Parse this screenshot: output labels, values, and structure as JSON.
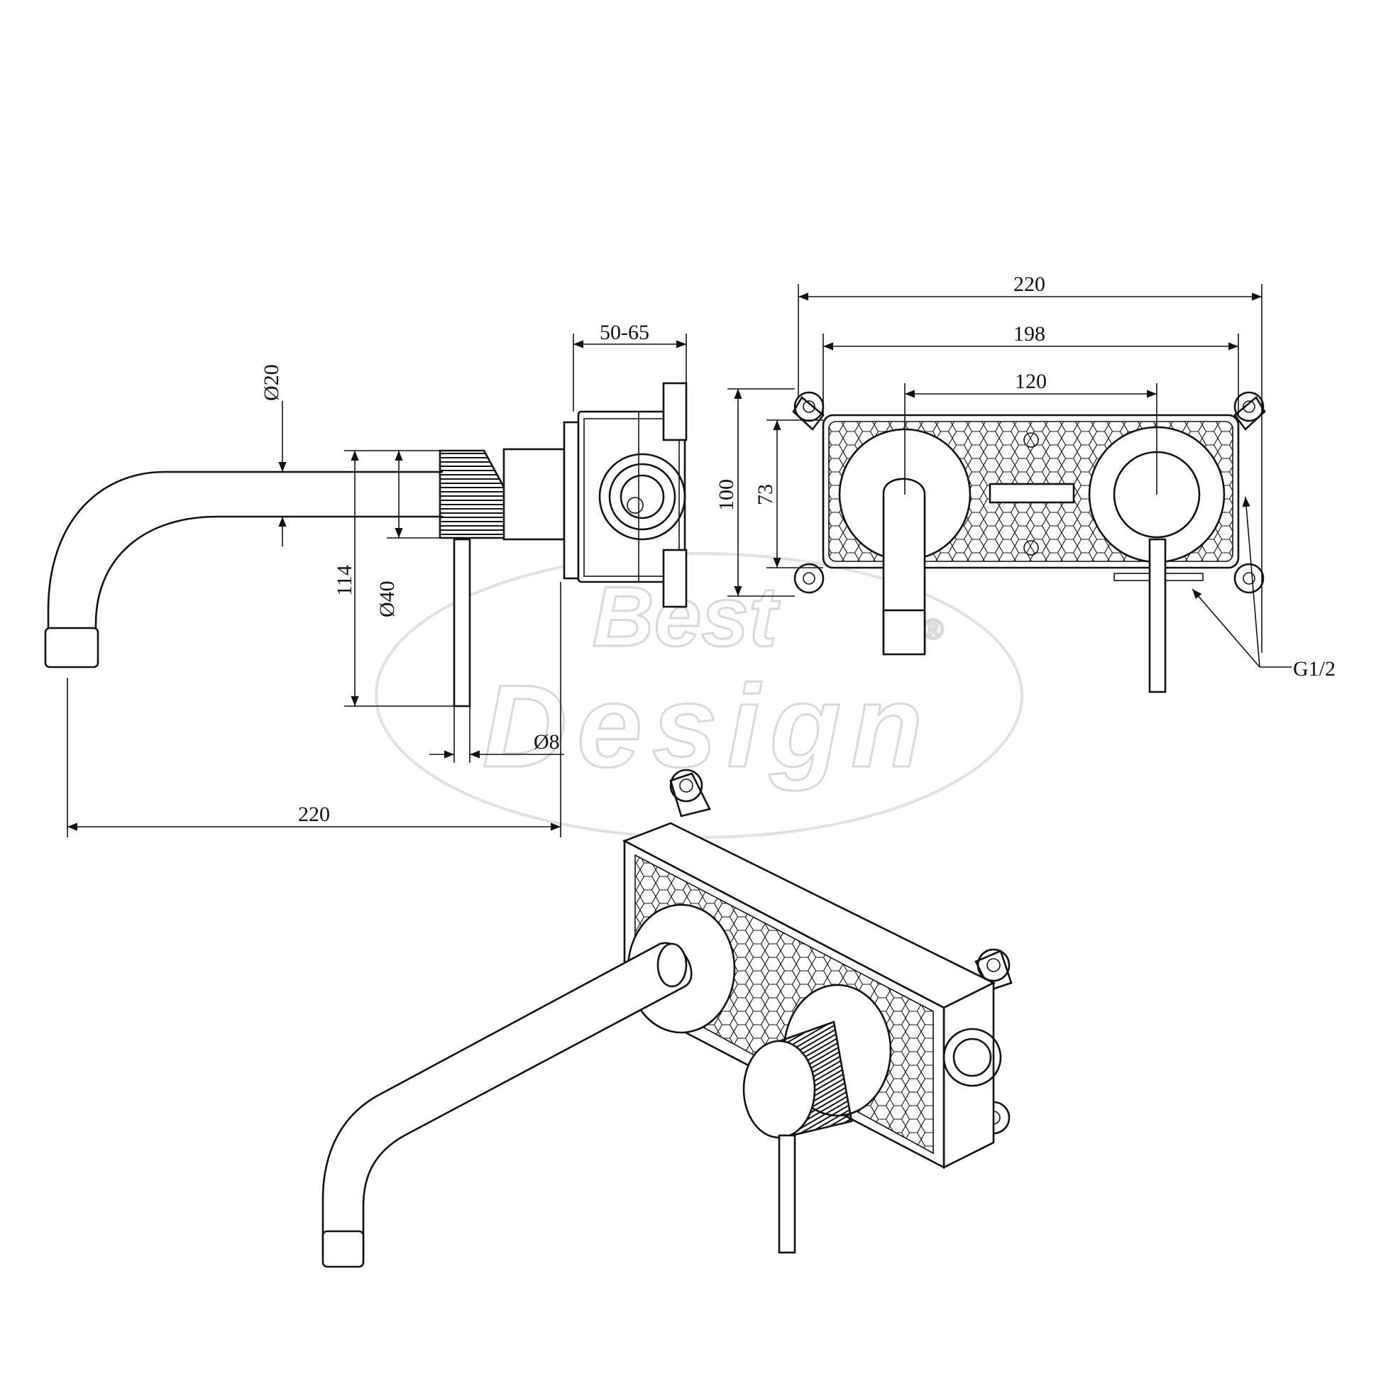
{
  "watermark": {
    "line1": "Best",
    "line2": "Design",
    "mark": "®"
  },
  "dimensions": {
    "wall_depth": "50-65",
    "spout_diameter": "Ø20",
    "handle_diameter": "Ø40",
    "handle_height": "114",
    "lever_diameter": "Ø8",
    "spout_projection": "220",
    "plate_width": "220",
    "inner_width": "198",
    "center_distance": "120",
    "plate_height": "100",
    "inner_height": "73",
    "connection": "G1/2"
  }
}
